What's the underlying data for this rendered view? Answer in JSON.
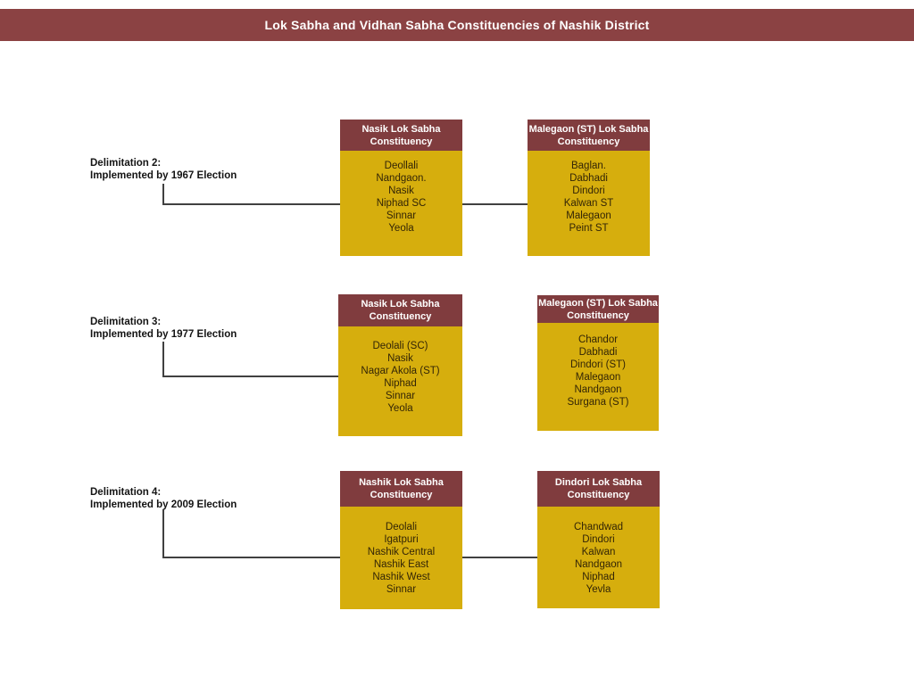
{
  "title": "Lok Sabha and Vidhan Sabha Constituencies of Nashik District",
  "colors": {
    "title_bar": "#8B4243",
    "box_header": "#803C3E",
    "box_body": "#D6AE0D",
    "body_text": "#332506",
    "connector": "#404040"
  },
  "rows": [
    {
      "label_line1": "Delimitation 2:",
      "label_line2": "Implemented by 1967 Election",
      "boxes": [
        {
          "header_line1": "Nasik Lok Sabha",
          "header_line2": "Constituency",
          "items": [
            "Deollali",
            "Nandgaon.",
            "Nasik",
            "Niphad SC",
            "Sinnar",
            "Yeola"
          ]
        },
        {
          "header_line1": "Malegaon (ST) Lok Sabha",
          "header_line2": "Constituency",
          "items": [
            "Baglan.",
            "Dabhadi",
            "Dindori",
            "Kalwan ST",
            "Malegaon",
            "Peint ST"
          ]
        }
      ]
    },
    {
      "label_line1": "Delimitation 3:",
      "label_line2": "Implemented by 1977 Election",
      "boxes": [
        {
          "header_line1": "Nasik Lok Sabha",
          "header_line2": "Constituency",
          "items": [
            "Deolali (SC)",
            "Nasik",
            "Nagar Akola (ST)",
            "Niphad",
            "Sinnar",
            "Yeola"
          ]
        },
        {
          "header_line1": "Malegaon (ST) Lok Sabha",
          "header_line2": "Constituency",
          "items": [
            "Chandor",
            "Dabhadi",
            "Dindori (ST)",
            "Malegaon",
            "Nandgaon",
            "Surgana (ST)"
          ]
        }
      ]
    },
    {
      "label_line1": "Delimitation 4:",
      "label_line2": "Implemented by 2009 Election",
      "boxes": [
        {
          "header_line1": "Nashik Lok Sabha",
          "header_line2": "Constituency",
          "items": [
            "Deolali",
            "Igatpuri",
            "Nashik Central",
            "Nashik East",
            "Nashik West",
            "Sinnar"
          ]
        },
        {
          "header_line1": "Dindori Lok Sabha",
          "header_line2": "Constituency",
          "items": [
            "Chandwad",
            "Dindori",
            "Kalwan",
            "Nandgaon",
            "Niphad",
            "Yevla"
          ]
        }
      ]
    }
  ]
}
